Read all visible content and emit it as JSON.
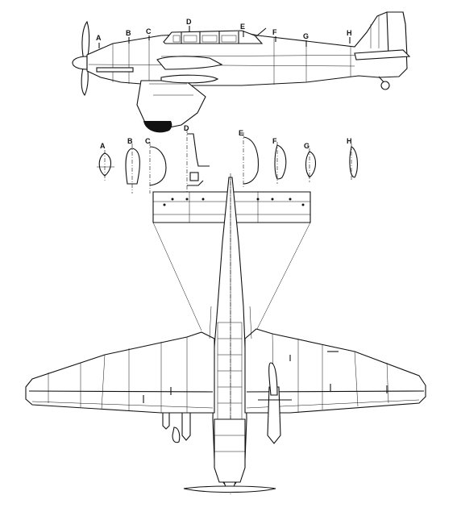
{
  "section_labels": [
    "A",
    "B",
    "C",
    "D",
    "E",
    "F",
    "G",
    "H"
  ],
  "colors": {
    "ink": "#111111",
    "paper": "#ffffff"
  },
  "views": [
    "side-view",
    "cross-sections",
    "top-view"
  ]
}
